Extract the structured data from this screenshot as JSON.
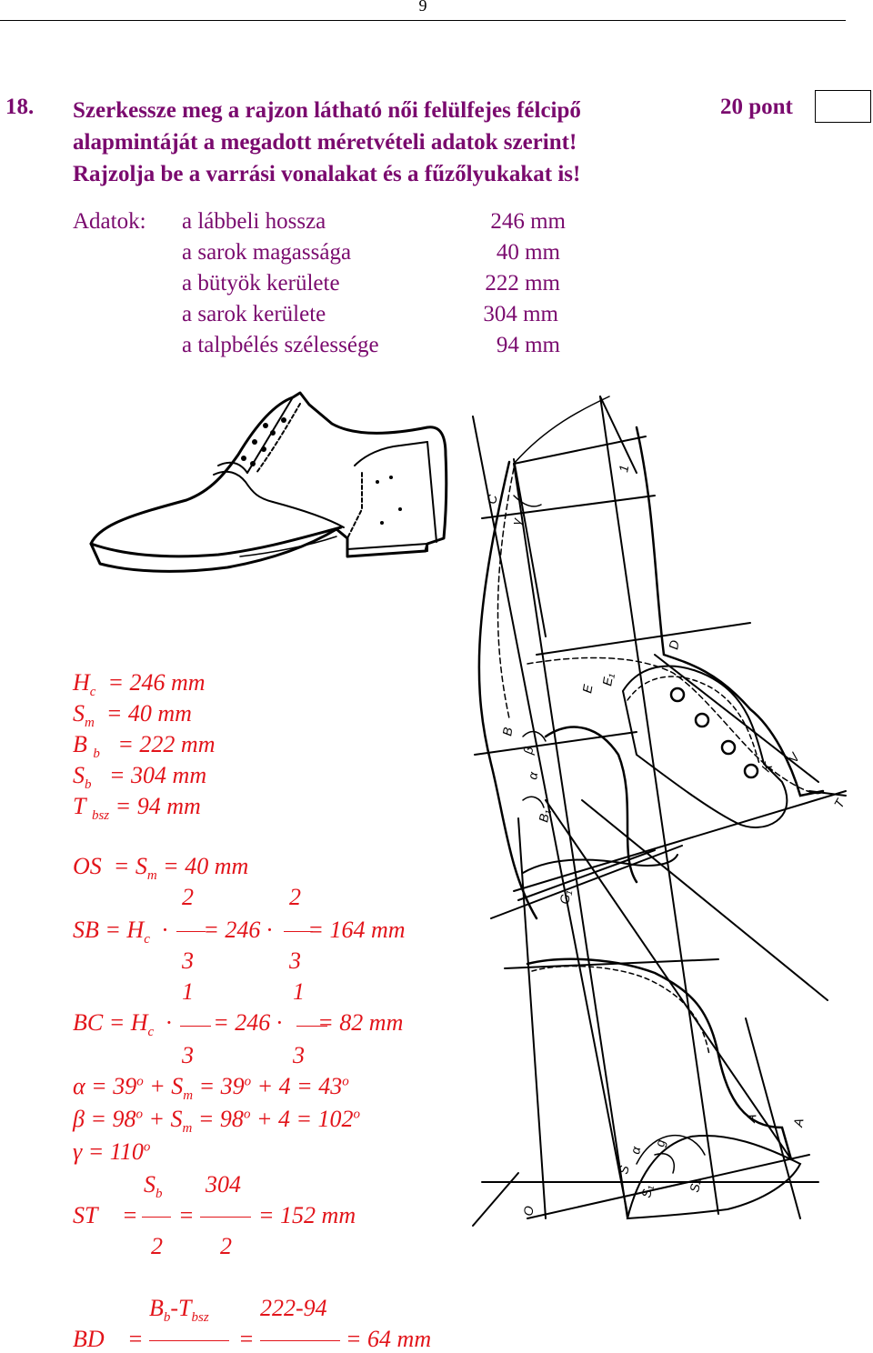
{
  "page": {
    "number": "9"
  },
  "task": {
    "number": "18.",
    "lines": [
      "Szerkessze meg a rajzon látható női felülfejes félcipő",
      "alapmintáját a megadott méretvételi adatok szerint!",
      "Rajzolja be a varrási vonalakat és a fűzőlyukakat is!"
    ],
    "points": "20 pont"
  },
  "data": {
    "label": "Adatok:",
    "rows": [
      {
        "name": "a lábbeli hossza",
        "value": "246 mm"
      },
      {
        "name": "a sarok magassága",
        "value": "40 mm"
      },
      {
        "name": "a bütyök kerülete",
        "value": "222 mm"
      },
      {
        "name": "a sarok kerülete",
        "value": "304 mm"
      },
      {
        "name": "a talpbélés szélessége",
        "value": "94 mm"
      }
    ]
  },
  "solution": {
    "hc": {
      "sym": "H",
      "sub": "c",
      "rhs": "= 246 mm"
    },
    "sm": {
      "sym": "S",
      "sub": "m",
      "rhs": "= 40 mm"
    },
    "bb": {
      "sym": "B",
      "sub": "b",
      "rhs": "= 222 mm"
    },
    "sb": {
      "sym": "S",
      "sub": "b",
      "rhs": "= 304 mm"
    },
    "tbsz": {
      "sym": "T",
      "sub": "bsz",
      "rhs": "= 94 mm"
    },
    "os": {
      "lhs": "OS",
      "eq1": "= S",
      "sub": "m",
      "eq2": "= 40 mm"
    },
    "sb_calc": {
      "num": "2",
      "num2": "2",
      "lhs": "SB = H",
      "sub": "c",
      "eq": "= 246",
      "res": "= 164 mm",
      "den": "3",
      "den2": "3"
    },
    "bc_calc": {
      "num": "1",
      "num2": "1",
      "lhs": "BC = H",
      "sub": "c",
      "eq": "= 246",
      "res": "= 82 mm",
      "den": "3",
      "den2": "3"
    },
    "alpha": {
      "sym": "α",
      "t1": "= 39",
      "t2": "+ S",
      "sub": "m",
      "t3": "= 39",
      "t4": "+ 4 = 43",
      "deg": "o"
    },
    "beta": {
      "sym": "β",
      "t1": "= 98",
      "t2": "+ S",
      "sub": "m",
      "t3": "= 98",
      "t4": "+ 4 = 102",
      "deg": "o"
    },
    "gamma": {
      "sym": "γ",
      "t1": "= 110",
      "deg": "o"
    },
    "st": {
      "num_sym": "S",
      "num_sub": "b",
      "num_val": "304",
      "lhs": "ST",
      "eq1": "=",
      "eq2": "=",
      "res": "= 152 mm",
      "den": "2",
      "den2": "2"
    },
    "bd": {
      "num1": "B",
      "num1_sub": "b",
      "num1_mid": "-T",
      "num1_sub2": "bsz",
      "num2": "222-94",
      "lhs": "BD",
      "eq1": "=",
      "eq2": "=",
      "res": "=  64 mm"
    }
  },
  "drawing": {
    "labels": {
      "c": "C",
      "gamma": "γ",
      "one": "1",
      "d": "D",
      "e": "E",
      "e1": "E₁",
      "b": "B",
      "beta": "β",
      "alpha": "α",
      "b1": "B₁",
      "g1": "G₁",
      "k": "K",
      "v": "V",
      "t": "T",
      "a": "A",
      "a_small": "A",
      "o": "O",
      "s": "S",
      "s1": "S₁",
      "s4": "S₄",
      "g": "g",
      "s_alpha": "α"
    }
  }
}
